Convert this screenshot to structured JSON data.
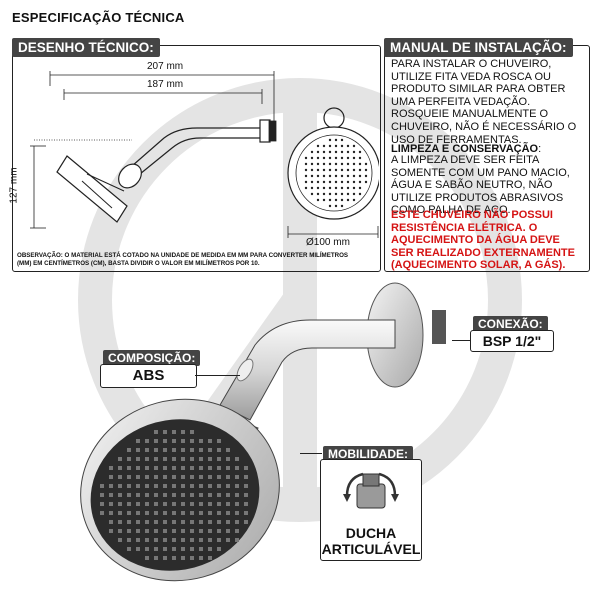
{
  "page_title": "ESPECIFICAÇÃO TÉCNICA",
  "drawing": {
    "label": "DESENHO TÉCNICO:",
    "dim_total_width": "207 mm",
    "dim_arm_width": "187 mm",
    "dim_height": "127 mm",
    "dim_diameter": "Ø100 mm",
    "note": "OBSERVAÇÃO: O MATERIAL ESTÁ COTADO NA UNIDADE DE MEDIDA EM MM PARA CONVERTER MILÍMETROS (mm) EM CENTÍMETROS (cm), BASTA DIVIDIR O VALOR EM MILÍMETROS POR 10."
  },
  "manual": {
    "label": "MANUAL DE INSTALAÇÃO:",
    "install_text": "PARA INSTALAR O CHUVEIRO, UTILIZE FITA VEDA ROSCA OU PRODUTO SIMILAR PARA OBTER UMA PERFEITA VEDAÇÃO. ROSQUEIE MANUALMENTE O CHUVEIRO, NÃO É NECESSÁRIO O USO DE FERRAMENTAS.",
    "cleaning_title": "LIMPEZA E CONSERVAÇÃO",
    "cleaning_colon": ":",
    "cleaning_text": "A LIMPEZA DEVE SER FEITA SOMENTE COM UM PANO MACIO, ÁGUA E SABÃO NEUTRO, NÃO UTILIZE PRODUTOS ABRASIVOS COMO PALHA DE AÇO.",
    "warning_text": "ESTE CHUVEIRO NÃO POSSUI RESISTÊNCIA ELÉTRICA. O AQUECIMENTO DA ÁGUA DEVE SER REALIZADO EXTERNAMENTE (AQUECIMENTO SOLAR, A GÁS)."
  },
  "connection": {
    "label": "CONEXÃO:",
    "value": "BSP 1/2\""
  },
  "composition": {
    "label": "COMPOSIÇÃO:",
    "value": "ABS"
  },
  "mobility": {
    "label": "MOBILIDADE:",
    "value_line1": "DUCHA",
    "value_line2": "ARTICULÁVEL"
  },
  "colors": {
    "tag_bg": "#444444",
    "warning": "#d51313",
    "border": "#222222",
    "watermark": "#dcdcdc"
  }
}
